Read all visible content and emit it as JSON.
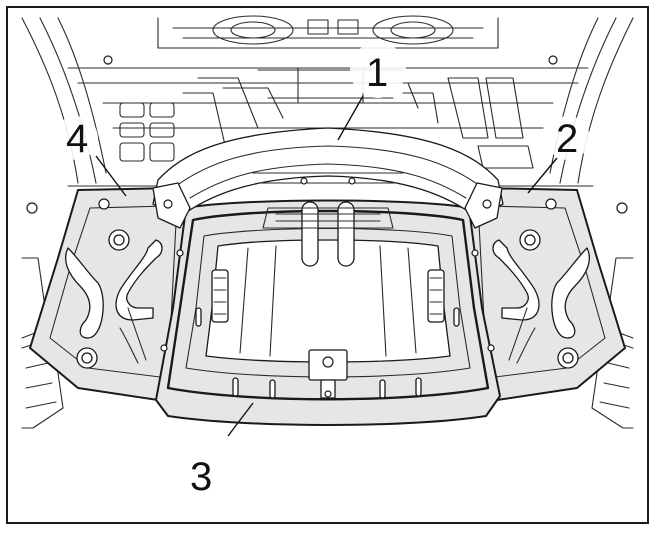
{
  "callouts": [
    {
      "id": "1",
      "label": "1"
    },
    {
      "id": "2",
      "label": "2"
    },
    {
      "id": "3",
      "label": "3"
    },
    {
      "id": "4",
      "label": "4"
    }
  ],
  "colors": {
    "line": "#1a1a1a",
    "panel_fill": "#e6e6e6",
    "background": "#ffffff"
  }
}
